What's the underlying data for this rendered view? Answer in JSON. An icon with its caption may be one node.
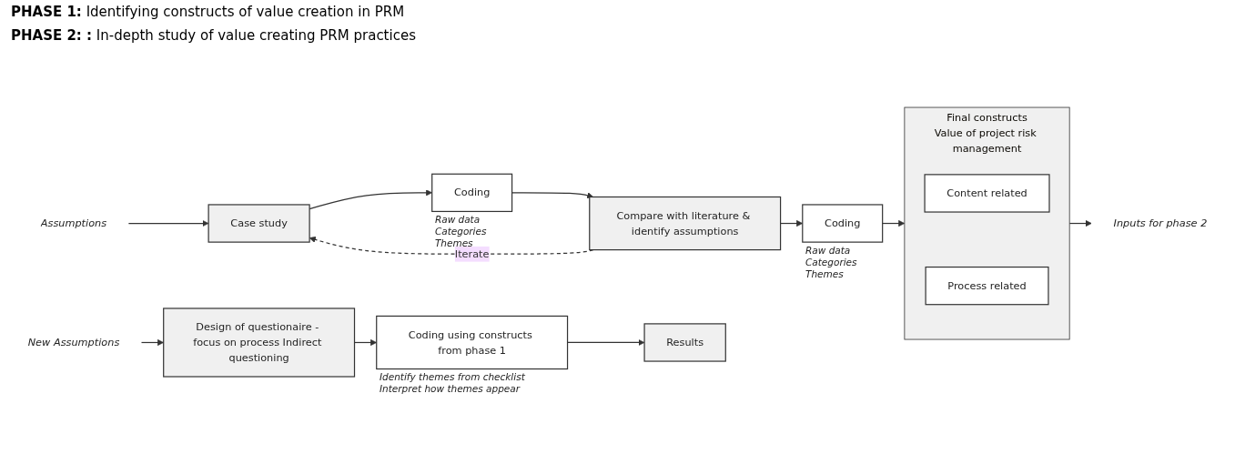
{
  "diagram": {
    "nodes": [
      {
        "text": [
          "Assumptions"
        ]
      },
      {
        "text": [
          "Case study"
        ]
      },
      {
        "text": [
          "Coding"
        ],
        "beside": [
          "Raw data",
          "Categories",
          "Themes"
        ]
      },
      {
        "text": [
          "Compare with literature & identify assumptions"
        ]
      },
      {
        "text": [
          "Coding"
        ],
        "beside": [
          "Raw data",
          "Categories",
          "Themes"
        ]
      },
      {
        "text": [
          "Final constructs",
          "Value of project risk management"
        ]
      },
      {
        "text": [
          "Content related"
        ],
        "in": 5
      },
      {
        "text": [
          "Process related"
        ],
        "in": 5
      },
      {
        "text": [
          "Inputs for phase 2"
        ]
      },
      {
        "text": [
          "New Assumptions"
        ]
      },
      {
        "text": [
          "Design of questionaire - focus on process Indirect questioning"
        ]
      },
      {
        "text": [
          "Coding using constructs from phase 1"
        ],
        "beside": [
          "Identify themes from checklist",
          "Interpret how themes appear"
        ]
      },
      {
        "text": [
          "Results"
        ]
      }
    ],
    "edges": [
      {
        "from": 0,
        "to": 1,
        "arrow": "to"
      },
      {
        "from": 1,
        "to": 2,
        "arrow": "to"
      },
      {
        "from": 2,
        "to": 3,
        "arrow": "to"
      },
      {
        "from": 3,
        "to": 1,
        "arrow": "to",
        "label": "Iterate",
        "style": "dashed"
      },
      {
        "from": 3,
        "to": 4,
        "arrow": "to"
      },
      {
        "from": 4,
        "to": 5,
        "arrow": "to"
      },
      {
        "from": 5,
        "to": 8,
        "arrow": "to"
      },
      {
        "from": 9,
        "to": 10,
        "arrow": "to"
      },
      {
        "from": 10,
        "to": 11,
        "arrow": "to"
      },
      {
        "from": 11,
        "to": 12,
        "arrow": "to"
      }
    ],
    "labels": [
      "**PHASE 1:** Identifying constructs of value creation in PRM",
      "**PHASE 2: :** In-depth study of value creating PRM practices"
    ]
  }
}
